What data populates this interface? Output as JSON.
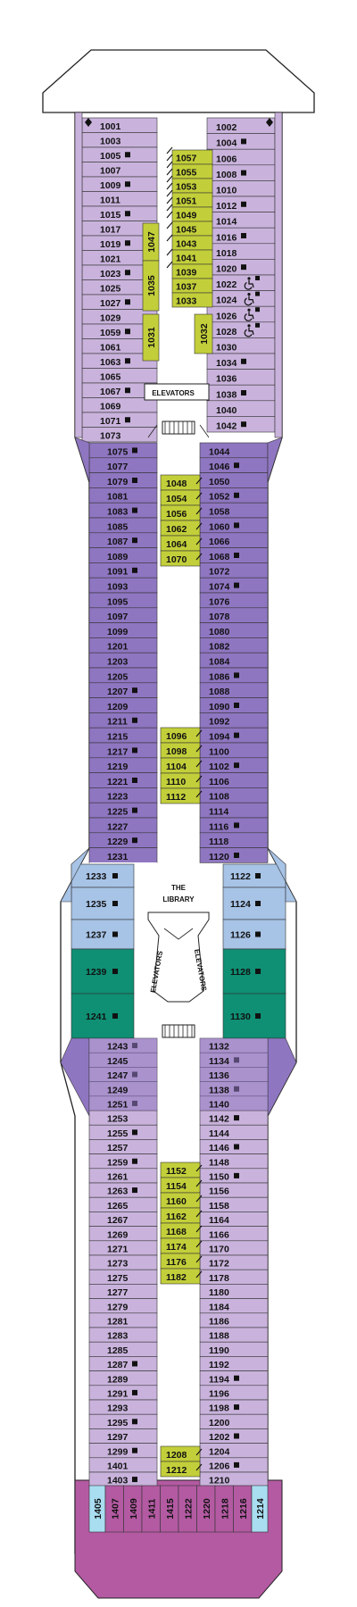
{
  "colors": {
    "lavender": "#c9b3dc",
    "purple": "#8f76c1",
    "blue": "#a7c3e6",
    "teal": "#0f8f74",
    "lime": "#c3cf3a",
    "magenta": "#b35aa2",
    "cyan": "#a9def1",
    "corridor": "#ffffff",
    "outline": "#333333"
  },
  "labels": {
    "elevators_top": "ELEVATORS",
    "library": "THE\nLIBRARY",
    "elevators_left": "ELEVATORS",
    "elevators_right": "ELEVATORS"
  },
  "legend_icons": [
    "square-marker",
    "wheelchair-accessible-icon",
    "connecting-door-mark"
  ],
  "left_top": [
    "1001",
    "1003",
    "1005",
    "1007",
    "1009",
    "1011",
    "1015",
    "1017",
    "1019",
    "1021",
    "1023",
    "1025",
    "1027",
    "1029",
    "1059",
    "1061",
    "1063",
    "1065",
    "1067",
    "1069",
    "1071",
    "1073"
  ],
  "left_top_sq": [
    "1005",
    "1009",
    "1015",
    "1019",
    "1023",
    "1027",
    "1059",
    "1063",
    "1067",
    "1071"
  ],
  "right_top": [
    "1002",
    "1004",
    "1006",
    "1008",
    "1010",
    "1012",
    "1014",
    "1016",
    "1018",
    "1020",
    "1022",
    "1024",
    "1026",
    "1028",
    "1030",
    "1034",
    "1036",
    "1038",
    "1040",
    "1042"
  ],
  "right_top_sq": [
    "1004",
    "1008",
    "1012",
    "1016",
    "1020",
    "1034",
    "1038",
    "1042"
  ],
  "right_top_wc": [
    "1022",
    "1024",
    "1026",
    "1028"
  ],
  "center_top": [
    "1057",
    "1055",
    "1053",
    "1051",
    "1049",
    "1045",
    "1043",
    "1041",
    "1039",
    "1037",
    "1033"
  ],
  "center_v": [
    "1047",
    "1035",
    "1031",
    "1032"
  ],
  "left_mid": [
    "1075",
    "1077",
    "1079",
    "1081",
    "1083",
    "1085",
    "1087",
    "1089",
    "1091",
    "1093",
    "1095",
    "1097",
    "1099",
    "1201",
    "1203",
    "1205",
    "1207",
    "1209",
    "1211",
    "1215",
    "1217",
    "1219",
    "1221",
    "1223",
    "1225",
    "1227",
    "1229",
    "1231"
  ],
  "left_mid_sq": [
    "1075",
    "1079",
    "1083",
    "1087",
    "1091",
    "1207",
    "1211",
    "1217",
    "1221",
    "1225",
    "1229"
  ],
  "right_mid": [
    "1044",
    "1046",
    "1050",
    "1052",
    "1058",
    "1060",
    "1066",
    "1068",
    "1072",
    "1074",
    "1076",
    "1078",
    "1080",
    "1082",
    "1084",
    "1086",
    "1088",
    "1090",
    "1092",
    "1094",
    "1100",
    "1102",
    "1106",
    "1108",
    "1114",
    "1116",
    "1118",
    "1120"
  ],
  "right_mid_sq": [
    "1046",
    "1052",
    "1060",
    "1068",
    "1074",
    "1086",
    "1090",
    "1094",
    "1102",
    "1116",
    "1120"
  ],
  "center_mid": [
    "1048",
    "1054",
    "1056",
    "1062",
    "1064",
    "1070",
    "1096",
    "1098",
    "1104",
    "1110",
    "1112"
  ],
  "library_left": [
    "1233",
    "1235",
    "1237",
    "1239",
    "1241"
  ],
  "library_right": [
    "1122",
    "1124",
    "1126",
    "1128",
    "1130"
  ],
  "left_low": [
    "1243",
    "1245",
    "1247",
    "1249",
    "1251",
    "1253",
    "1255",
    "1257",
    "1259",
    "1261",
    "1263",
    "1265",
    "1267",
    "1269",
    "1271",
    "1273",
    "1275",
    "1277",
    "1279",
    "1281",
    "1283",
    "1285",
    "1287",
    "1289",
    "1291",
    "1293",
    "1295",
    "1297",
    "1299",
    "1401",
    "1403"
  ],
  "left_low_sq": [
    "1243",
    "1247",
    "1251",
    "1255",
    "1259",
    "1263",
    "1287",
    "1291",
    "1295",
    "1299",
    "1403"
  ],
  "right_low": [
    "1132",
    "1134",
    "1136",
    "1138",
    "1140",
    "1142",
    "1144",
    "1146",
    "1148",
    "1150",
    "1156",
    "1158",
    "1164",
    "1166",
    "1170",
    "1172",
    "1178",
    "1180",
    "1184",
    "1186",
    "1188",
    "1190",
    "1192",
    "1194",
    "1196",
    "1198",
    "1200",
    "1202",
    "1204",
    "1206",
    "1210"
  ],
  "right_low_sq": [
    "1134",
    "1138",
    "1142",
    "1146",
    "1150",
    "1194",
    "1198",
    "1202",
    "1206"
  ],
  "center_low": [
    "1152",
    "1154",
    "1160",
    "1162",
    "1168",
    "1174",
    "1176",
    "1182",
    "1208",
    "1212"
  ],
  "stern": [
    "1405",
    "1407",
    "1409",
    "1411",
    "1415",
    "1222",
    "1220",
    "1218",
    "1216",
    "1214"
  ]
}
